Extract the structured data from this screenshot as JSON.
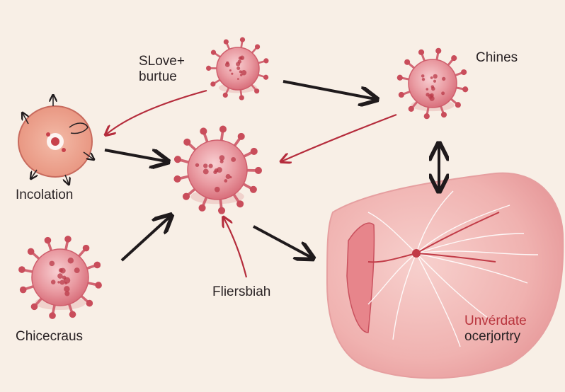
{
  "labels": {
    "top_virus_line1": "SLove+",
    "top_virus_line2": "burtue",
    "top_right": "Chines",
    "left_cell": "Incolation",
    "bottom_left": "Chicecraus",
    "bottom_center": "Fliersbiah",
    "tissue_line1": "Unvérdate",
    "tissue_line2": "ocerjortry"
  },
  "colors": {
    "background": "#f8efe6",
    "virus_fill": "#e99aa1",
    "virus_dark": "#b93a48",
    "arrow_black": "#1f1a1c",
    "arrow_red": "#b52c3c",
    "tissue": "#f3b9b7",
    "label_red": "#b8333c"
  }
}
